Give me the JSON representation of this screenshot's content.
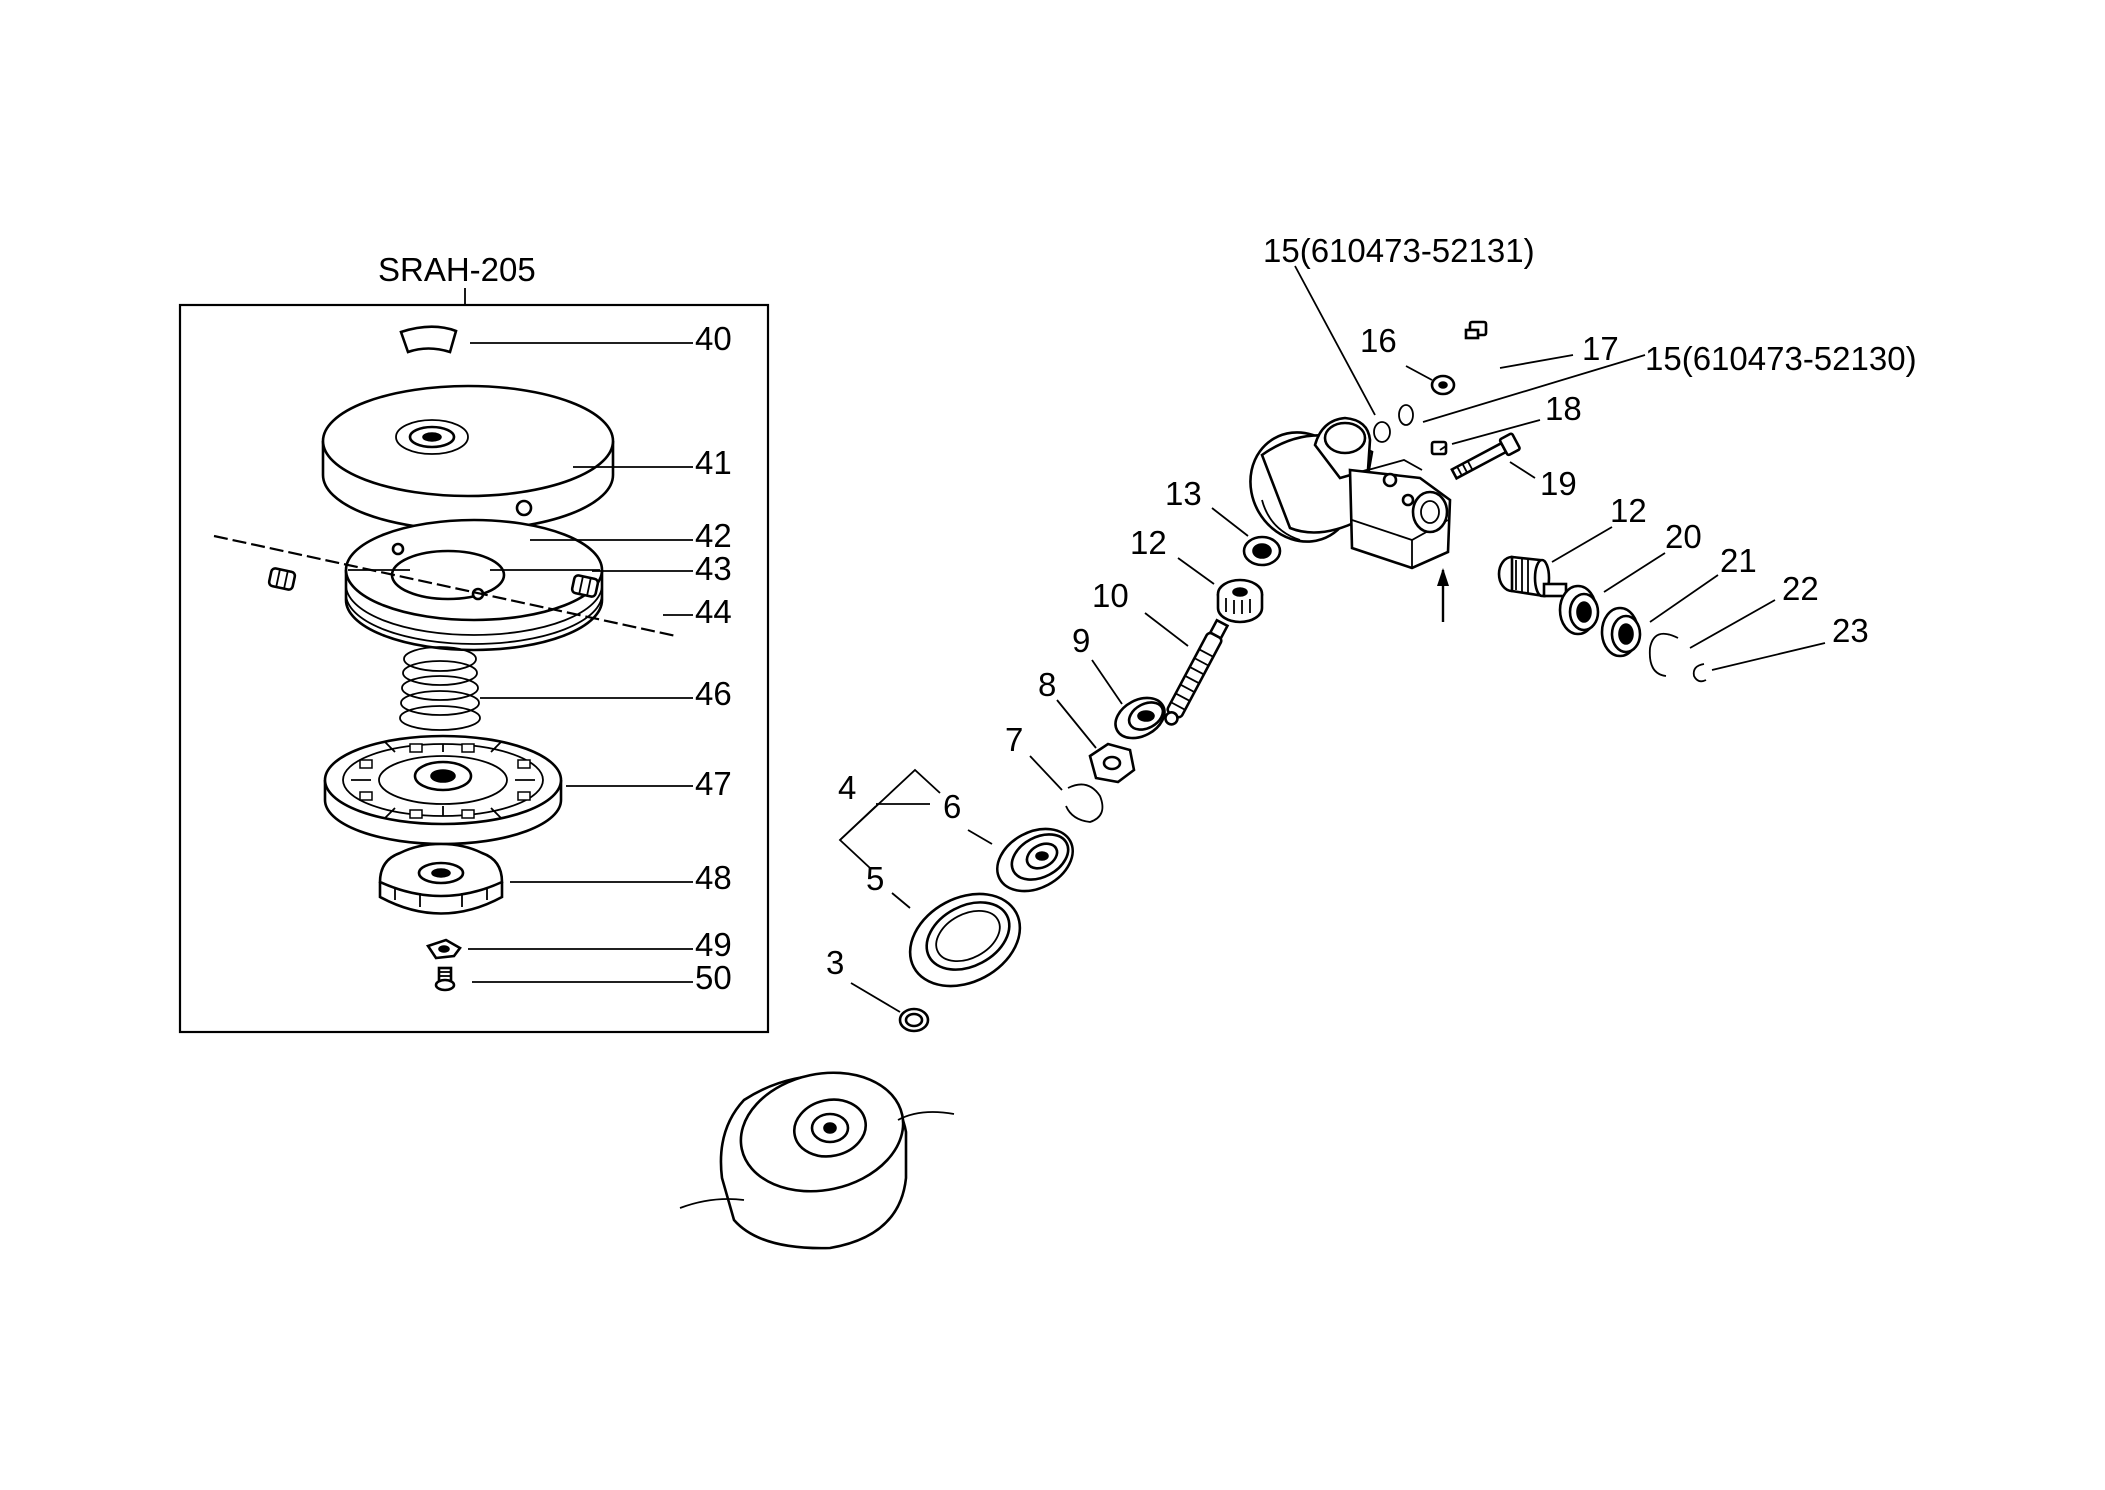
{
  "inset": {
    "title": "SRAH-205",
    "callouts": [
      "40",
      "41",
      "42",
      "43",
      "44",
      "46",
      "47",
      "48",
      "49",
      "50"
    ]
  },
  "callouts": {
    "c3": "3",
    "c4": "4",
    "c5": "5",
    "c6": "6",
    "c7": "7",
    "c8": "8",
    "c9": "9",
    "c10": "10",
    "c12a": "12",
    "c12b": "12",
    "c13": "13",
    "c15a": "15(610473-52131)",
    "c15b": "15(610473-52130)",
    "c16": "16",
    "c17": "17",
    "c18": "18",
    "c19": "19",
    "c20": "20",
    "c21": "21",
    "c22": "22",
    "c23": "23"
  }
}
